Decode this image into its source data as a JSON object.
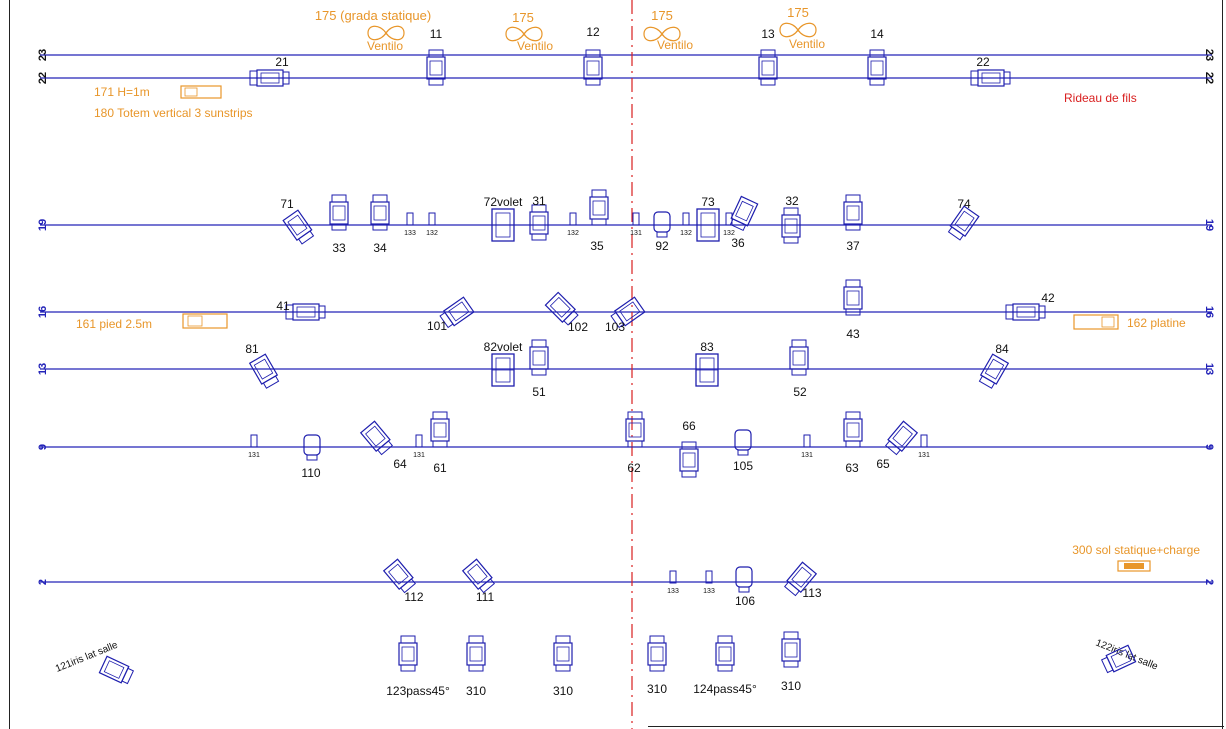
{
  "pipes": [
    {
      "id": "23",
      "label": "23"
    },
    {
      "id": "22",
      "label": "22"
    },
    {
      "id": "19",
      "label": "19"
    },
    {
      "id": "16",
      "label": "16"
    },
    {
      "id": "13",
      "label": "13"
    },
    {
      "id": "9",
      "label": "9"
    },
    {
      "id": "2",
      "label": "2"
    }
  ],
  "orange_notes": {
    "gradin": "175 (grada statique)",
    "ventilo": "Ventilo",
    "num175": "175",
    "totem_h": "171 H=1m",
    "totem": "180 Totem vertical 3 sunstrips",
    "pied": "161 pied 2.5m",
    "platine": "162 platine",
    "sol": "300 sol statique+charge"
  },
  "red_notes": {
    "rideau": "Rideau de fils"
  },
  "side_notes": {
    "iris_left": "121iris lat salle",
    "iris_right": "122iris lat salle"
  },
  "fixtures": [
    {
      "n": "21",
      "shape": "h"
    },
    {
      "n": "11",
      "shape": "v"
    },
    {
      "n": "12",
      "shape": "v"
    },
    {
      "n": "13",
      "shape": "v"
    },
    {
      "n": "14",
      "shape": "v"
    },
    {
      "n": "22",
      "shape": "h"
    },
    {
      "n": "71",
      "shape": "r"
    },
    {
      "n": "33",
      "shape": "v"
    },
    {
      "n": "34",
      "shape": "v"
    },
    {
      "n": "72volet",
      "shape": "b"
    },
    {
      "n": "31",
      "shape": "v"
    },
    {
      "n": "35",
      "shape": "v"
    },
    {
      "n": "92",
      "shape": "c"
    },
    {
      "n": "73",
      "shape": "b"
    },
    {
      "n": "36",
      "shape": "r"
    },
    {
      "n": "32",
      "shape": "v"
    },
    {
      "n": "37",
      "shape": "v"
    },
    {
      "n": "74",
      "shape": "r"
    },
    {
      "n": "41",
      "shape": "h"
    },
    {
      "n": "101",
      "shape": "r"
    },
    {
      "n": "102",
      "shape": "r"
    },
    {
      "n": "103",
      "shape": "r"
    },
    {
      "n": "43",
      "shape": "v"
    },
    {
      "n": "42",
      "shape": "h"
    },
    {
      "n": "81",
      "shape": "r"
    },
    {
      "n": "82volet",
      "shape": "b"
    },
    {
      "n": "51",
      "shape": "v"
    },
    {
      "n": "83",
      "shape": "b"
    },
    {
      "n": "52",
      "shape": "v"
    },
    {
      "n": "84",
      "shape": "r"
    },
    {
      "n": "110",
      "shape": "c"
    },
    {
      "n": "64",
      "shape": "r"
    },
    {
      "n": "61",
      "shape": "v"
    },
    {
      "n": "62",
      "shape": "v"
    },
    {
      "n": "66",
      "shape": "v"
    },
    {
      "n": "105",
      "shape": "c"
    },
    {
      "n": "63",
      "shape": "v"
    },
    {
      "n": "65",
      "shape": "r"
    },
    {
      "n": "112",
      "shape": "r"
    },
    {
      "n": "111",
      "shape": "r"
    },
    {
      "n": "106",
      "shape": "c"
    },
    {
      "n": "113",
      "shape": "r"
    },
    {
      "n": "123pass45°",
      "shape": "v"
    },
    {
      "n": "310",
      "shape": "v"
    },
    {
      "n": "310",
      "shape": "v"
    },
    {
      "n": "310",
      "shape": "v"
    },
    {
      "n": "124pass45°",
      "shape": "v"
    },
    {
      "n": "310",
      "shape": "v"
    }
  ],
  "small_units": [
    "131",
    "132",
    "133"
  ],
  "colors": {
    "pipe": "#2323b8",
    "fixture": "#1e1eae",
    "orange": "#e8962a",
    "red": "#d92020",
    "text": "#111111"
  }
}
